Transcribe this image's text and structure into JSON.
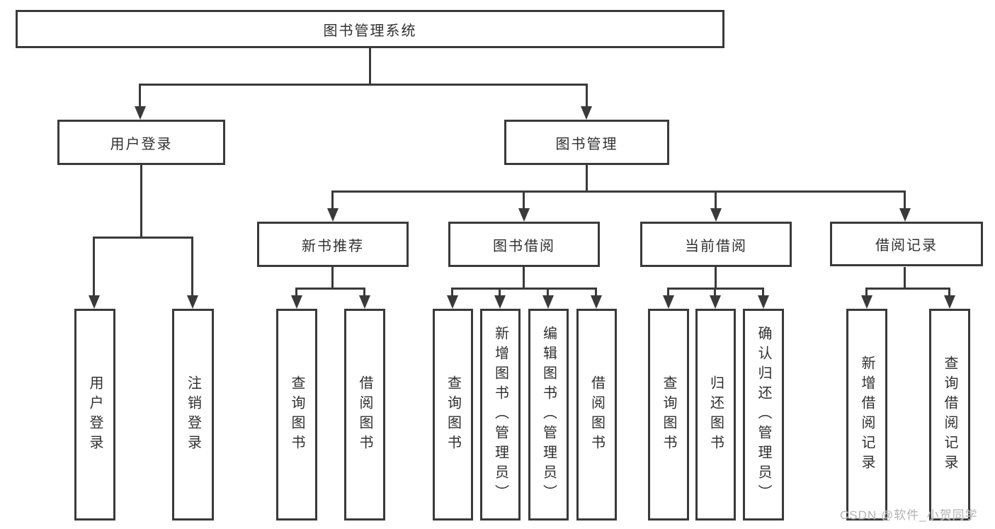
{
  "diagram": {
    "root": {
      "label": "图书管理系统"
    },
    "level2": {
      "user_login": {
        "label": "用户登录"
      },
      "book_mgmt": {
        "label": "图书管理"
      }
    },
    "level3": {
      "new_book_rec": {
        "label": "新书推荐"
      },
      "book_borrow": {
        "label": "图书借阅"
      },
      "current_borrow": {
        "label": "当前借阅"
      },
      "borrow_record": {
        "label": "借阅记录"
      }
    },
    "leaves": {
      "user_login": "用户登录",
      "logout": "注销登录",
      "rec_query_book": "查询图书",
      "rec_borrow_book": "借阅图书",
      "bb_query_book": "查询图书",
      "bb_add_book": "新增图书（管理员）",
      "bb_edit_book": "编辑图书（管理员）",
      "bb_borrow_book": "借阅图书",
      "cb_query_book": "查询图书",
      "cb_return_book": "归还图书",
      "cb_confirm_return": "确认归还（管理员）",
      "br_add_record": "新增借阅记录",
      "br_query_record": "查询借阅记录"
    },
    "watermark": "CSDN @软件_小贺同学",
    "colors": {
      "line": "#3a3a3a",
      "text": "#303030",
      "watermark": "#b3b3b3",
      "background": "#ffffff"
    }
  }
}
